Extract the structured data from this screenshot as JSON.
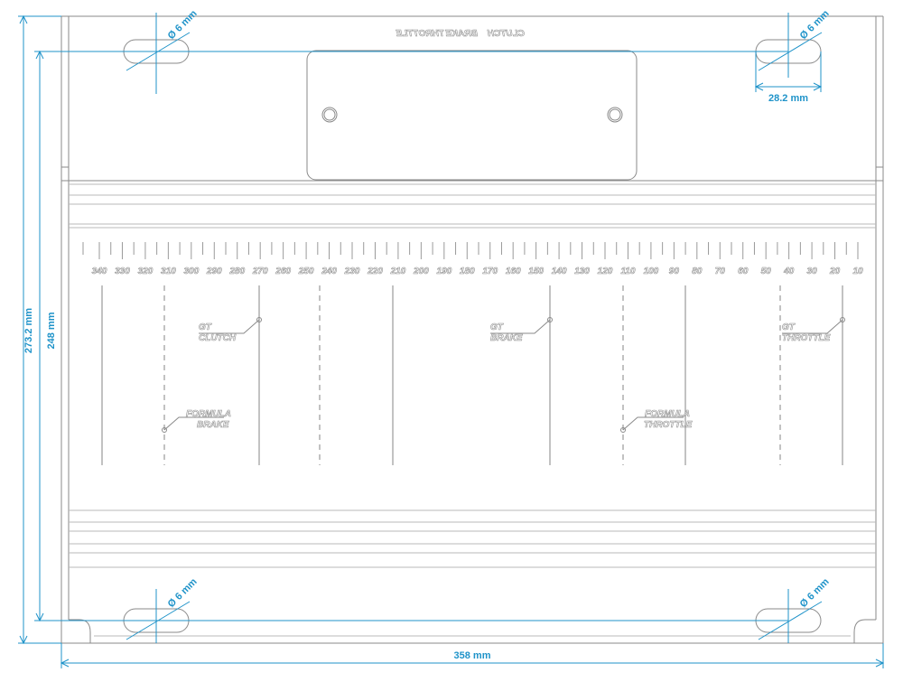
{
  "dimensions": {
    "total_height": "273.2 mm",
    "hole_spacing_height": "248 mm",
    "total_width": "358 mm",
    "slot_offset": "28.2 mm",
    "slot_diameter": "Ø 6 mm"
  },
  "top_labels": [
    "CLUTCH",
    "BRAKE",
    "THROTTLE"
  ],
  "scale": {
    "labels": [
      "340",
      "330",
      "320",
      "310",
      "300",
      "290",
      "280",
      "270",
      "260",
      "250",
      "240",
      "230",
      "220",
      "210",
      "200",
      "190",
      "180",
      "170",
      "160",
      "150",
      "140",
      "130",
      "120",
      "110",
      "100",
      "90",
      "80",
      "70",
      "60",
      "50",
      "40",
      "30",
      "20",
      "10"
    ]
  },
  "annotations": {
    "gt_clutch": [
      "GT",
      "CLUTCH"
    ],
    "formula_brake": [
      "FORMULA",
      "BRAKE"
    ],
    "gt_brake": [
      "GT",
      "BRAKE"
    ],
    "formula_throttle": [
      "FORMULA",
      "THROTTLE"
    ],
    "gt_throttle": [
      "GT",
      "THROTTLE"
    ]
  },
  "colors": {
    "dimension": "#1f93c9",
    "outline": "#8a8a8a"
  }
}
